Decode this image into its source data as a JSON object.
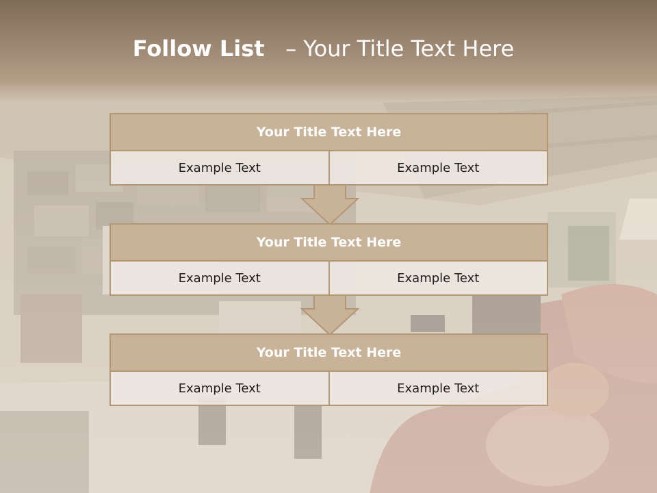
{
  "slide": {
    "title_bold": "Follow List",
    "title_rest": "– Your Title Text Here"
  },
  "blocks": [
    {
      "title": "Your Title Text Here",
      "left": "Example Text",
      "right": "Example Text"
    },
    {
      "title": "Your Title Text Here",
      "left": "Example Text",
      "right": "Example Text"
    },
    {
      "title": "Your Title Text Here",
      "left": "Example Text",
      "right": "Example Text"
    }
  ],
  "colors": {
    "header_fill": "#c8b298",
    "border": "#b39775",
    "cell_fill": "#eee6e1",
    "title_band": "#9c8772"
  }
}
